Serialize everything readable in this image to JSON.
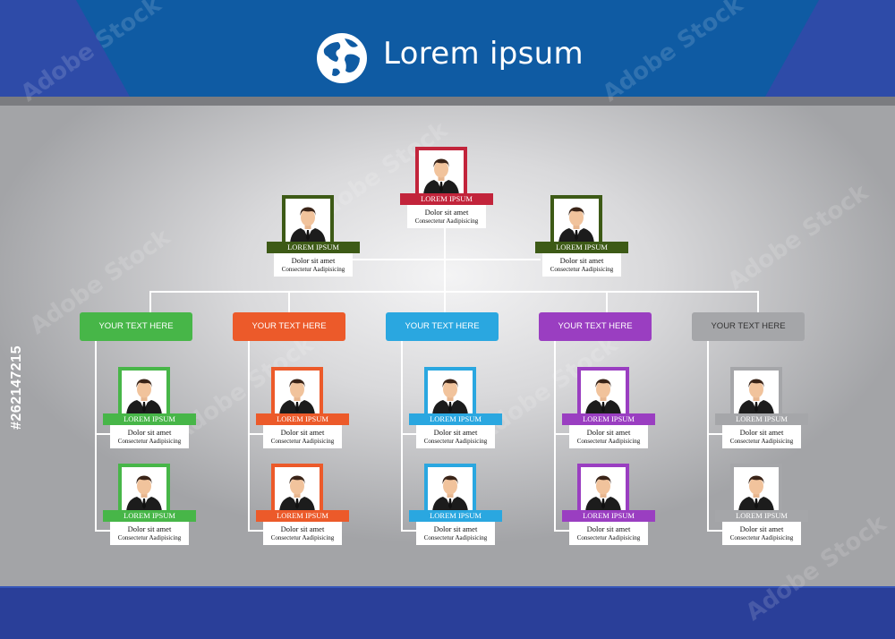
{
  "header": {
    "title": "Lorem ipsum",
    "icon": "globe-icon"
  },
  "colors": {
    "header_blue": "#0f5ba3",
    "header_side": "#2e4ba8",
    "footer_blue": "#2a3f99",
    "ceo": "#c2243b",
    "manager": "#3d5a16",
    "green": "#47b648",
    "orange": "#ec5a2a",
    "blue": "#2aa7e0",
    "purple": "#9a3ec1",
    "gray": "#a5a6a9"
  },
  "ceo": {
    "band": "LOREM IPSUM",
    "line1": "Dolor sit amet",
    "line2": "Consectetur Aadipisicing",
    "color": "#c2243b"
  },
  "managers": [
    {
      "band": "LOREM IPSUM",
      "line1": "Dolor sit amet",
      "line2": "Consectetur Aadipisicing",
      "color": "#3d5a16"
    },
    {
      "band": "LOREM IPSUM",
      "line1": "Dolor sit amet",
      "line2": "Consectetur Aadipisicing",
      "color": "#3d5a16"
    }
  ],
  "departments": [
    {
      "label": "YOUR TEXT HERE",
      "color": "#47b648",
      "members": [
        {
          "band": "LOREM IPSUM",
          "line1": "Dolor sit amet",
          "line2": "Consectetur Aadipisicing"
        },
        {
          "band": "LOREM IPSUM",
          "line1": "Dolor sit amet",
          "line2": "Consectetur Aadipisicing"
        }
      ]
    },
    {
      "label": "YOUR TEXT HERE",
      "color": "#ec5a2a",
      "members": [
        {
          "band": "LOREM IPSUM",
          "line1": "Dolor sit amet",
          "line2": "Consectetur Aadipisicing"
        },
        {
          "band": "LOREM IPSUM",
          "line1": "Dolor sit amet",
          "line2": "Consectetur Aadipisicing"
        }
      ]
    },
    {
      "label": "YOUR TEXT HERE",
      "color": "#2aa7e0",
      "members": [
        {
          "band": "LOREM IPSUM",
          "line1": "Dolor sit amet",
          "line2": "Consectetur Aadipisicing"
        },
        {
          "band": "LOREM IPSUM",
          "line1": "Dolor sit amet",
          "line2": "Consectetur Aadipisicing"
        }
      ]
    },
    {
      "label": "YOUR TEXT HERE",
      "color": "#9a3ec1",
      "members": [
        {
          "band": "LOREM IPSUM",
          "line1": "Dolor sit amet",
          "line2": "Consectetur Aadipisicing"
        },
        {
          "band": "LOREM IPSUM",
          "line1": "Dolor sit amet",
          "line2": "Consectetur Aadipisicing"
        }
      ]
    },
    {
      "label": "YOUR TEXT HERE",
      "color": "#a5a6a9",
      "members": [
        {
          "band": "LOREM IPSUM",
          "line1": "Dolor sit amet",
          "line2": "Consectetur Aadipisicing"
        },
        {
          "band": "LOREM IPSUM",
          "line1": "Dolor sit amet",
          "line2": "Consectetur Aadipisicing"
        }
      ]
    }
  ],
  "watermark": {
    "text": "Adobe Stock",
    "stock_id": "#262147215"
  }
}
